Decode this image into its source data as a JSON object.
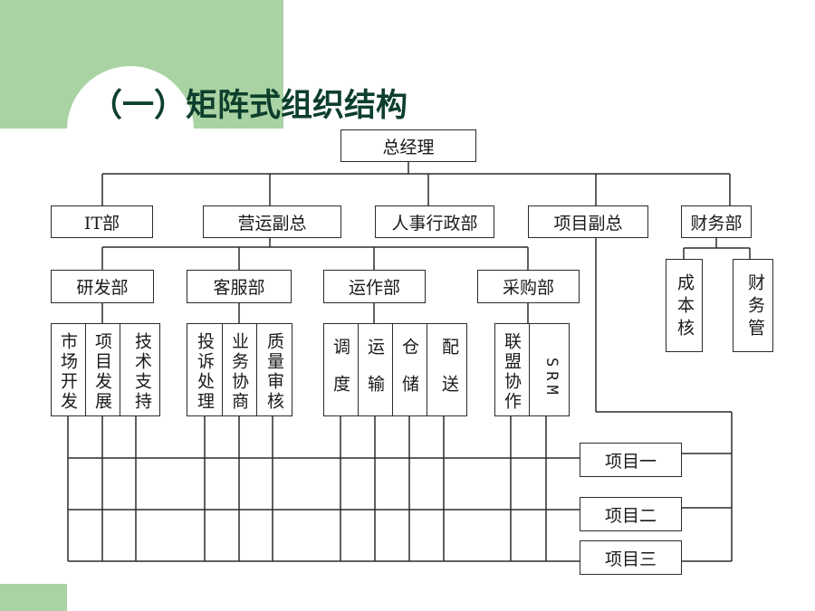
{
  "slide": {
    "title": "（一）矩阵式组织结构",
    "colors": {
      "accent": "#a9d3a3",
      "title": "#0d3f2c",
      "line": "#2b2b2b"
    }
  },
  "org": {
    "ceo": "总经理",
    "level1": [
      "IT部",
      "营运副总",
      "人事行政部",
      "项目副总",
      "财务部"
    ],
    "level2": [
      "研发部",
      "客服部",
      "运作部",
      "采购部"
    ],
    "level3": [
      "市场开发",
      "项目发展",
      "技术支持",
      "投诉处理",
      "业务协商",
      "质量审核",
      "调度",
      "运输",
      "仓储",
      "配送",
      "联盟协作",
      "SRM"
    ],
    "finance_sub": [
      "成本核算",
      "财务管理"
    ],
    "projects": [
      "项目一",
      "项目二",
      "项目三"
    ]
  }
}
